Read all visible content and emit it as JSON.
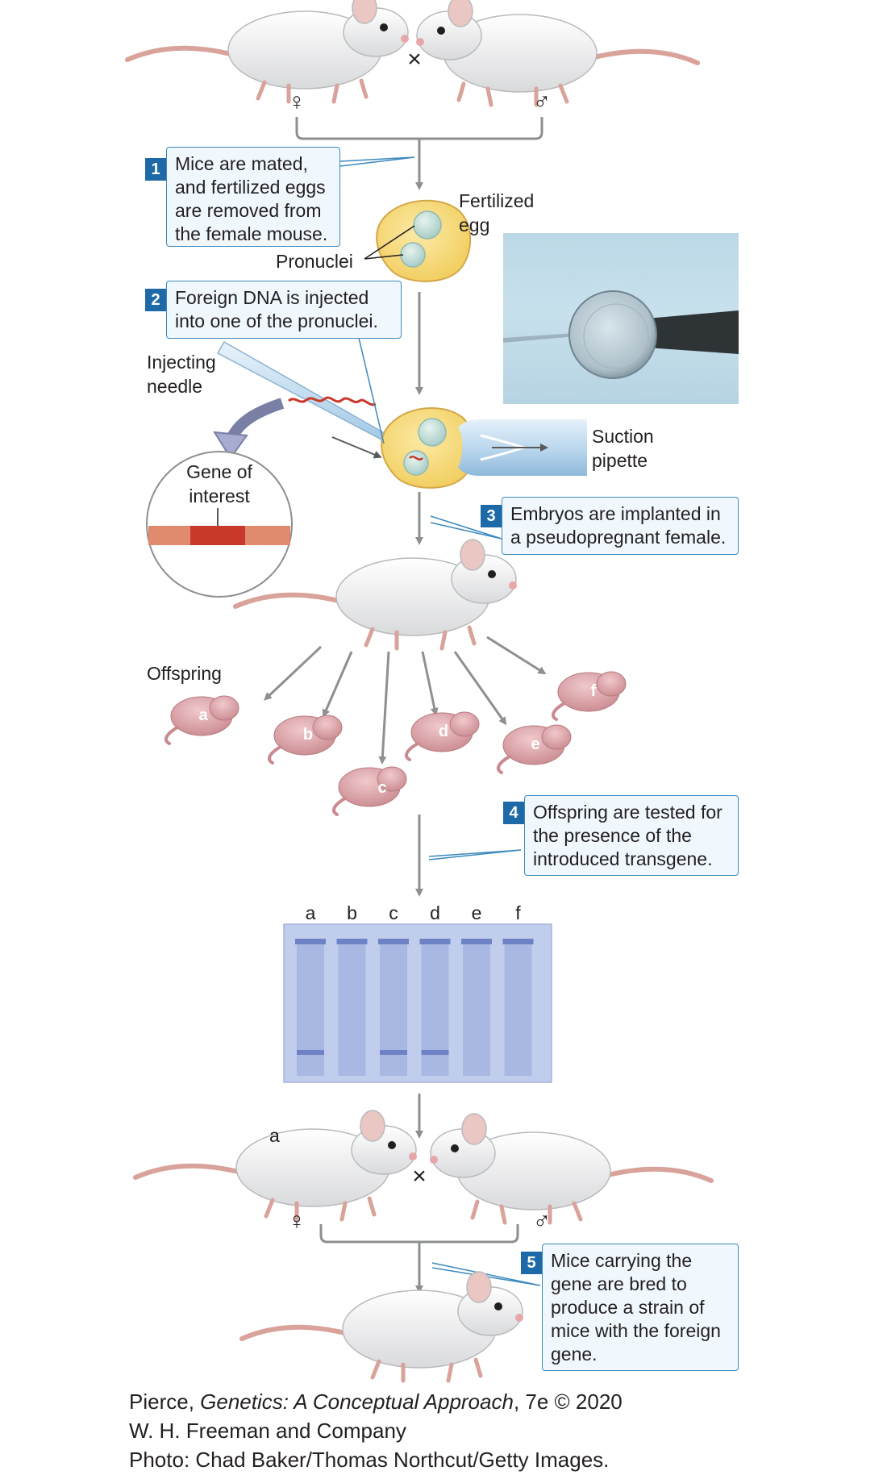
{
  "steps": [
    {
      "num": "1",
      "lines": [
        "Mice are mated,",
        "and fertilized eggs",
        "are removed from",
        "the female mouse."
      ]
    },
    {
      "num": "2",
      "lines": [
        "Foreign DNA is injected",
        "into one of the pronuclei."
      ]
    },
    {
      "num": "3",
      "lines": [
        "Embryos are implanted in",
        "a pseudopregnant female."
      ]
    },
    {
      "num": "4",
      "lines": [
        "Offspring are tested for",
        "the presence of the",
        "introduced transgene."
      ]
    },
    {
      "num": "5",
      "lines": [
        "Mice carrying the",
        "gene are bred to",
        "produce a strain of",
        "mice with the foreign",
        "gene."
      ]
    }
  ],
  "labels": {
    "cross": "×",
    "female": "♀",
    "male": "♂",
    "fertilized_egg": [
      "Fertilized",
      "egg"
    ],
    "pronuclei": "Pronuclei",
    "injecting_needle": [
      "Injecting",
      "needle"
    ],
    "gene_of_interest": [
      "Gene of",
      "interest"
    ],
    "suction_pipette": [
      "Suction",
      "pipette"
    ],
    "offspring": "Offspring",
    "parent_a": "a"
  },
  "offspring_letters": [
    "a",
    "b",
    "c",
    "d",
    "e",
    "f"
  ],
  "gel": {
    "lanes": [
      "a",
      "b",
      "c",
      "d",
      "e",
      "f"
    ],
    "transgene_band": [
      true,
      false,
      true,
      true,
      false,
      false
    ]
  },
  "credits": {
    "line1_pre": "Pierce, ",
    "line1_italic": "Genetics: A Conceptual Approach",
    "line1_post": ", 7e © 2020",
    "line2": "W. H. Freeman and Company",
    "line3": "Photo: Chad Baker/Thomas Northcut/Getty Images."
  },
  "colors": {
    "arrow": "#8e8f91",
    "callout_border": "#3c89bd",
    "step_badge": "#1e6aa8",
    "egg": "#f5d97a",
    "gene": "#c8392b",
    "gel": "#c1cdec",
    "band": "#6e83c5"
  }
}
